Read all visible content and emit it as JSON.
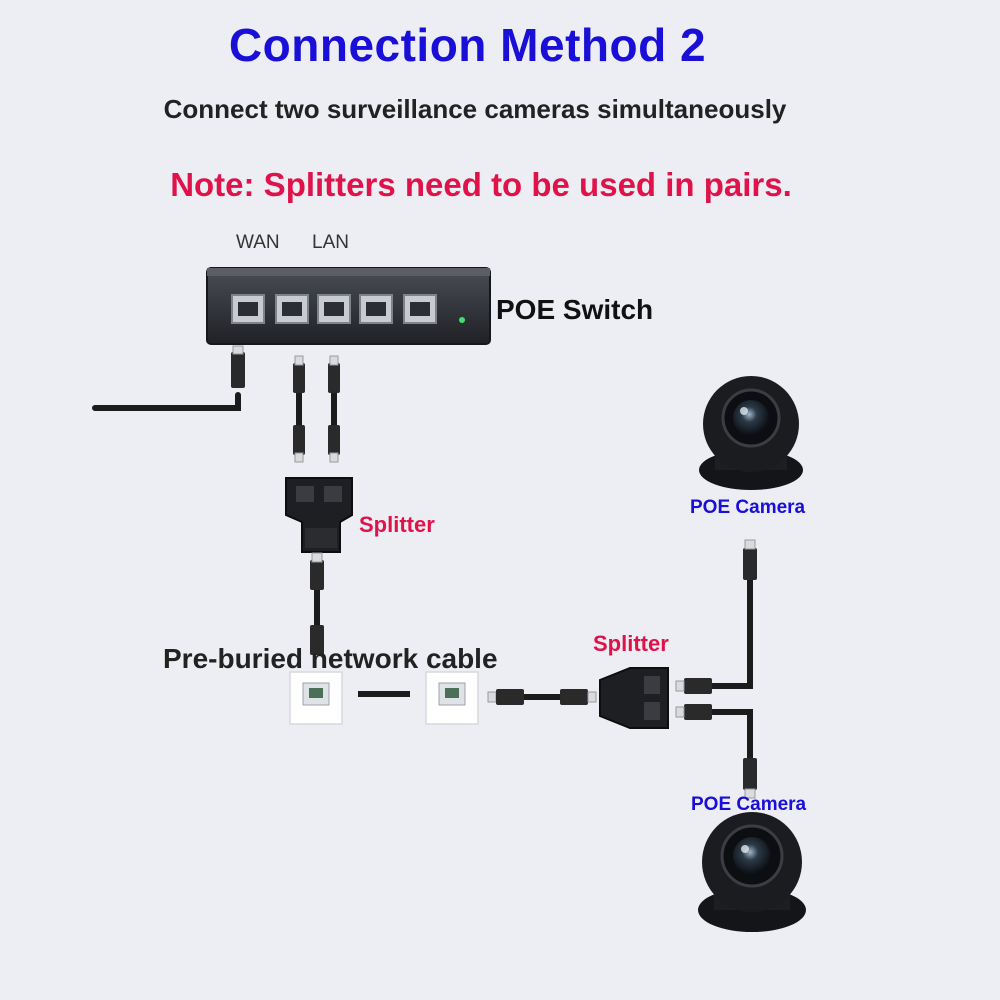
{
  "header": {
    "title": "Connection Method 2",
    "subtitle": "Connect two surveillance cameras simultaneously",
    "note": "Note: Splitters need to be used in pairs."
  },
  "switch": {
    "name": "POE Switch",
    "wan_label": "WAN",
    "lan_label": "LAN"
  },
  "labels": {
    "splitter_top": "Splitter",
    "splitter_right": "Splitter",
    "buried_cable": "Pre-buried network cable",
    "camera_top": "POE Camera",
    "camera_bottom": "POE Camera"
  },
  "colors": {
    "title": "#1a0fd6",
    "note": "#e0124a",
    "camera_label": "#1a0fd6",
    "splitter_label": "#e0124a"
  },
  "icons": [
    "poe-switch-icon",
    "splitter-icon",
    "wall-socket-icon",
    "security-camera-icon",
    "rj45-plug-icon"
  ]
}
